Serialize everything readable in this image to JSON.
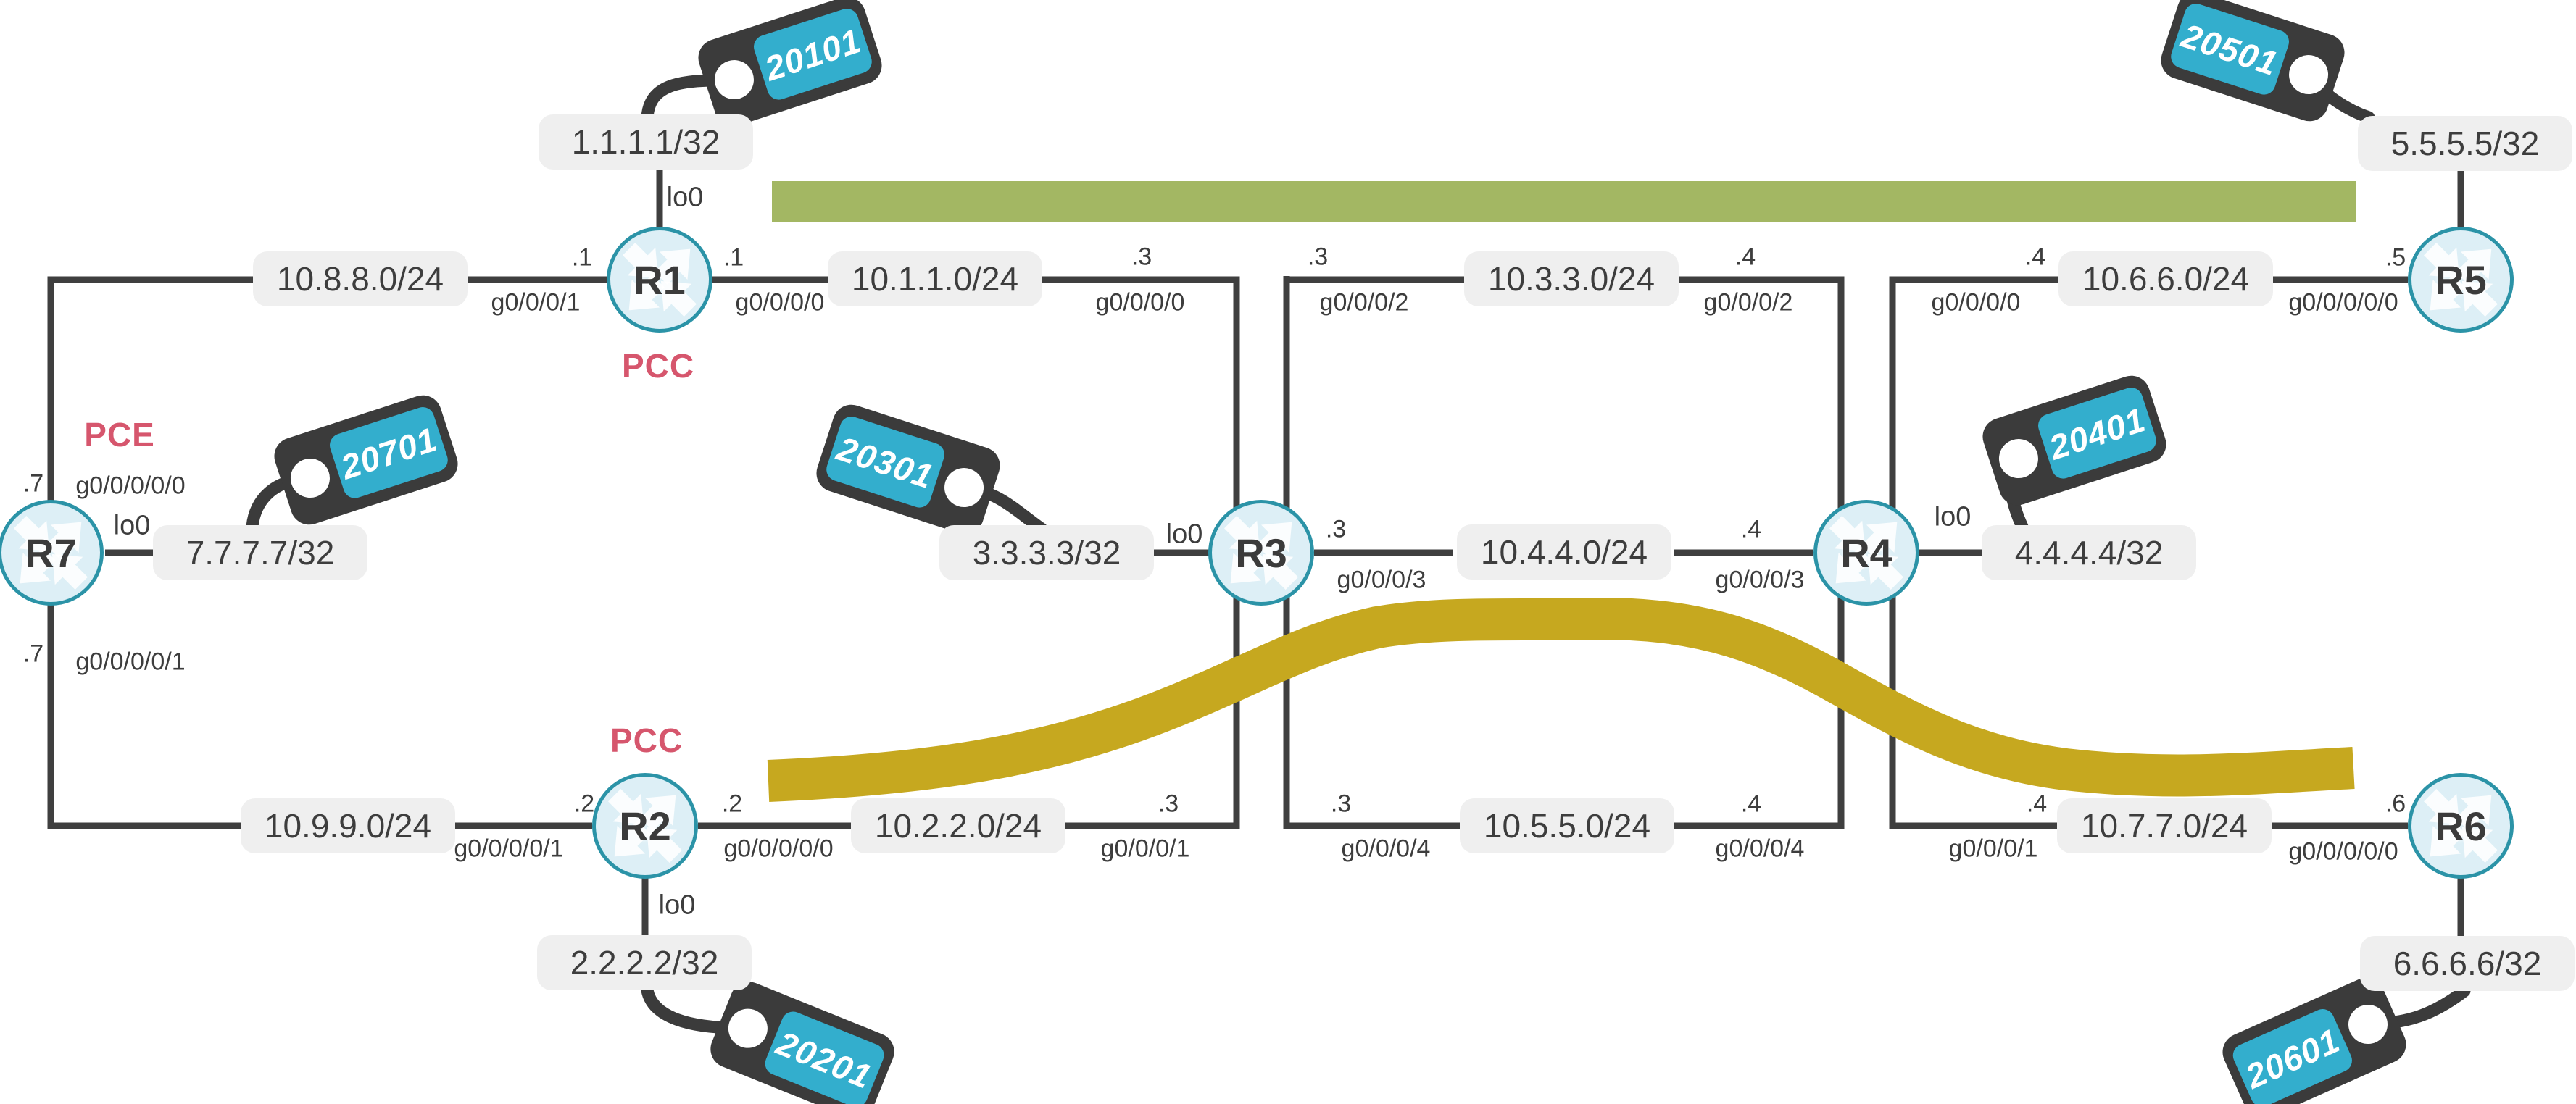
{
  "colors": {
    "background": "#ffffff",
    "line": "#3f3f3f",
    "router_fill": "#ddeff6",
    "router_border": "#2b93a7",
    "router_text": "#3b3b3b",
    "pill_bg": "#efefef",
    "pill_text": "#3d3d3d",
    "accent_red": "#d6566d",
    "tag_body": "#3b3b3b",
    "tag_label_bg": "#33aecd",
    "tag_text": "#ffffff",
    "green_path": "#a3b763",
    "gold_path": "#c6a81f"
  },
  "routers": {
    "r1": {
      "name": "R1",
      "role": "PCC"
    },
    "r2": {
      "name": "R2",
      "role": "PCC"
    },
    "r3": {
      "name": "R3"
    },
    "r4": {
      "name": "R4"
    },
    "r5": {
      "name": "R5"
    },
    "r6": {
      "name": "R6"
    },
    "r7": {
      "name": "R7",
      "role": "PCE"
    }
  },
  "loopbacks": {
    "label": "lo0",
    "r1": "1.1.1.1/32",
    "r2": "2.2.2.2/32",
    "r3": "3.3.3.3/32",
    "r4": "4.4.4.4/32",
    "r5": "5.5.5.5/32",
    "r6": "6.6.6.6/32",
    "r7": "7.7.7.7/32"
  },
  "sid_tags": {
    "r1": "20101",
    "r2": "20201",
    "r3": "20301",
    "r4": "20401",
    "r5": "20501",
    "r6": "20601",
    "r7": "20701"
  },
  "subnets": {
    "r7_r1": "10.8.8.0/24",
    "r1_r3": "10.1.1.0/24",
    "r3_r4_top": "10.3.3.0/24",
    "r4_r5": "10.6.6.0/24",
    "r3_r4_mid": "10.4.4.0/24",
    "r7_r2": "10.9.9.0/24",
    "r2_r3": "10.2.2.0/24",
    "r3_r4_bottom": "10.5.5.0/24",
    "r4_r6": "10.7.7.0/24"
  },
  "interfaces": {
    "r1": {
      "left_addr": ".1",
      "left_name": "g0/0/0/1",
      "right_addr": ".1",
      "right_name": "g0/0/0/0"
    },
    "r2": {
      "left_addr": ".2",
      "left_name": "g0/0/0/0/1",
      "right_addr": ".2",
      "right_name": "g0/0/0/0/0"
    },
    "r3": {
      "top_left_addr": ".3",
      "top_left_name": "g0/0/0/0",
      "top_right_addr": ".3",
      "top_right_name": "g0/0/0/2",
      "mid_addr": ".3",
      "mid_name": "g0/0/0/3",
      "bottom_left_addr": ".3",
      "bottom_left_name": "g0/0/0/1",
      "bottom_right_addr": ".3",
      "bottom_right_name": "g0/0/0/4"
    },
    "r4": {
      "top_left_addr": ".4",
      "top_left_name": "g0/0/0/2",
      "top_right_addr": ".4",
      "top_right_name": "g0/0/0/0",
      "mid_addr": ".4",
      "mid_name": "g0/0/0/3",
      "bottom_left_addr": ".4",
      "bottom_left_name": "g0/0/0/4",
      "bottom_right_addr": ".4",
      "bottom_right_name": "g0/0/0/1"
    },
    "r5": {
      "addr": ".5",
      "name": "g0/0/0/0/0"
    },
    "r6": {
      "addr": ".6",
      "name": "g0/0/0/0/0"
    },
    "r7": {
      "top_addr": ".7",
      "top_name": "g0/0/0/0/0",
      "bottom_addr": ".7",
      "bottom_name": "g0/0/0/0/1"
    }
  }
}
